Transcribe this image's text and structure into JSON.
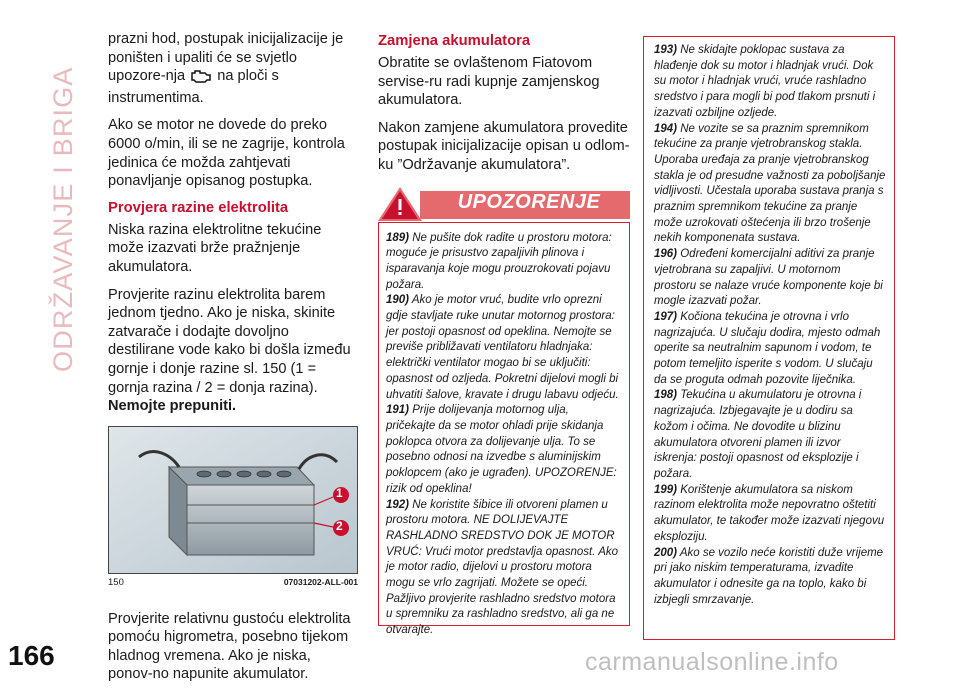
{
  "side_title": "ODRŽAVANJE I BRIGA",
  "page_number": "166",
  "col1": {
    "p1_a": "prazni hod, postupak inicijalizacije je poništen i upaliti će se svjetlo upozore-nja",
    "p1_b": "na ploči s instrumentima.",
    "p2": "Ako se motor ne dovede do preko 6000 o/min, ili se ne zagrije, kontrola jedinica će možda zahtjevati ponavljanje opisanog postupka.",
    "heading": "Provjera razine elektrolita",
    "p3": "Niska razina elektrolitne tekućine može izazvati brže pražnjenje akumulatora.",
    "p4_a": "Provjerite razinu elektrolita barem jednom tjedno. Ako je niska, skinite zatvarače i dodajte dovoljno destilirane vode kako bi došla između gornje i donje razine sl. 150 (1 = gornja razina / 2 = donja razina).",
    "p4_b": "Nemojte prepuniti.",
    "figure": {
      "number": "150",
      "code": "07031202-ALL-001",
      "callout_1": "1",
      "callout_2": "2"
    },
    "p5": "Provjerite relativnu gustoću elektrolita pomoću higrometra, posebno tijekom hladnog vremena. Ako je niska, ponov-no napunite akumulator."
  },
  "col2": {
    "heading": "Zamjena akumulatora",
    "p1": "Obratite se ovlaštenom Fiatovom servise-ru radi kupnje zamjenskog akumulatora.",
    "p2": "Nakon zamjene akumulatora provedite postupak inicijalizacije opisan u odlom-ku ”Održavanje akumulatora”.",
    "warning_label": "UPOZORENJE",
    "items": [
      {
        "num": "189)",
        "text": "Ne pušite dok radite u prostoru motora: moguće je prisustvo zapaljivih plinova i isparavanja koje mogu prouzrokovati pojavu požara."
      },
      {
        "num": "190)",
        "text": "Ako je motor vruć, budite vrlo oprezni gdje stavljate ruke unutar motornog prostora: jer postoji opasnost od opeklina. Nemojte se previše približavati ventilatoru hladnjaka: električki ventilator mogao bi se uključiti: opasnost od ozljeda. Pokretni dijelovi mogli bi uhvatiti šalove, kravate i drugu labavu odjeću."
      },
      {
        "num": "191)",
        "text": "Prije dolijevanja motornog ulja, pričekajte da se motor ohladi prije skidanja poklopca otvora za dolijevanje ulja. To se posebno odnosi na izvedbe s aluminijskim poklopcem (ako je ugrađen). UPOZORENJE: rizik od opeklina!"
      },
      {
        "num": "192)",
        "text": "Ne koristite šibice ili otvoreni plamen u prostoru motora. NE DOLIJEVAJTE RASHLADNO SREDSTVO DOK JE MOTOR VRUĆ: Vrući motor predstavlja opasnost. Ako je motor radio, dijelovi u prostoru motora mogu se vrlo zagrijati. Možete se opeći. Pažljivo provjerite rashladno sredstvo motora u spremniku za rashladno sredstvo, ali ga ne otvarajte."
      }
    ]
  },
  "col3": {
    "items": [
      {
        "num": "193)",
        "text": "Ne skidajte poklopac sustava za hlađenje dok su motor i hladnjak vrući. Dok su motor i hladnjak vrući, vruće rashladno sredstvo i para mogli bi pod tlakom prsnuti i izazvati ozbiljne ozljede."
      },
      {
        "num": "194)",
        "text": "Ne vozite se sa praznim spremnikom tekućine za pranje vjetrobranskog stakla. Uporaba uređaja za pranje vjetrobranskog stakla je od presudne važnosti za poboljšanje vidljivosti. Učestala uporaba sustava pranja s praznim spremnikom tekućine za pranje može uzrokovati oštećenja ili brzo trošenje nekih komponenata sustava."
      },
      {
        "num": "196)",
        "text": "Određeni komercijalni aditivi za pranje vjetrobrana su zapaljivi. U motornom prostoru se nalaze vruće komponente koje bi mogle izazvati požar."
      },
      {
        "num": "197)",
        "text": "Kočiona tekućina je otrovna i vrlo nagrizajuća. U slučaju dodira, mjesto odmah operite sa neutralnim sapunom i vodom, te potom temeljito isperite s vodom. U slučaju da se proguta odmah pozovite liječnika."
      },
      {
        "num": "198)",
        "text": "Tekućina u akumulatoru je otrovna i nagrizajuća. Izbjegavajte je u dodiru sa kožom i očima. Ne dovodite u blizinu akumulatora otvoreni plamen ili izvor iskrenja: postoji opasnost od eksplozije i požara."
      },
      {
        "num": "199)",
        "text": "Korištenje akumulatora sa niskom razinom elektrolita može nepovratno oštetiti akumulator, te također može izazvati njegovu eksploziju."
      },
      {
        "num": "200)",
        "text": "Ako se vozilo neće koristiti duže vrijeme pri jako niskim temperaturama, izvadite akumulator i odnesite ga na toplo, kako bi izbjegli smrzavanje."
      }
    ]
  },
  "watermark": "carmanualsonline.info",
  "colors": {
    "accent_red": "#c8102e",
    "side_title_pink": "#e9b9bd"
  }
}
